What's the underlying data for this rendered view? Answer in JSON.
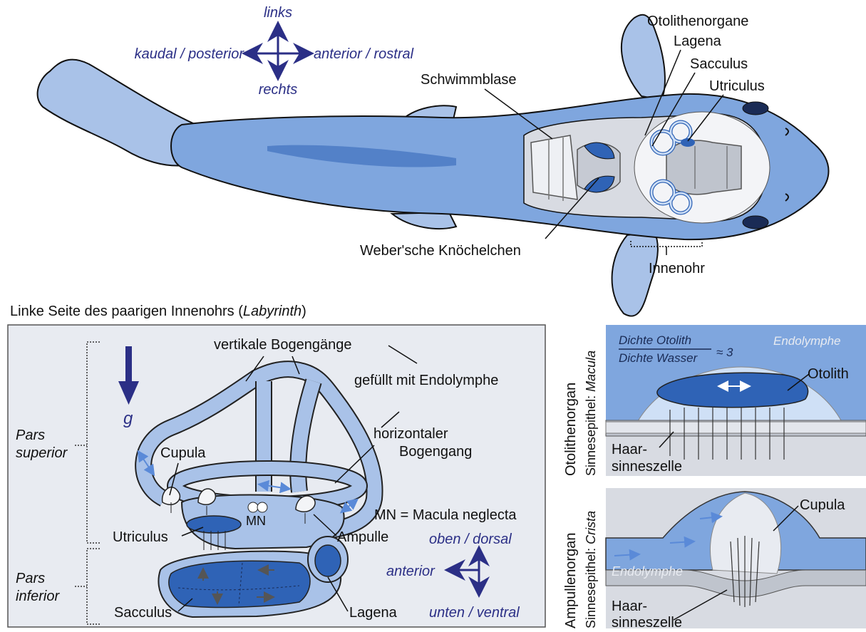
{
  "directions_top": {
    "up": "links",
    "down": "rechts",
    "left": "kaudal / posterior",
    "right": "anterior / rostral"
  },
  "fish_labels": {
    "otolithenorgane": "Otolithenorgane",
    "lagena": "Lagena",
    "sacculus": "Sacculus",
    "utriculus": "Utriculus",
    "schwimmblase": "Schwimmblase",
    "weber": "Weber'sche Knöchelchen",
    "innenohr": "Innenohr"
  },
  "labyrinth": {
    "title_prefix": "Linke Seite des paarigen Innenohrs (",
    "title_italic": "Labyrinth",
    "title_suffix": ")",
    "pars_superior": [
      "Pars",
      "superior"
    ],
    "pars_inferior": [
      "Pars",
      "inferior"
    ],
    "g": "g",
    "vertikale": "vertikale Bogengänge",
    "endolymphe": "gefüllt mit Endolymphe",
    "horizontaler": [
      "horizontaler",
      "Bogengang"
    ],
    "cupula": "Cupula",
    "mn": "MN",
    "mn_def": "MN = Macula neglecta",
    "utriculus": "Utriculus",
    "ampulle": "Ampulle",
    "sacculus": "Sacculus",
    "lagena": "Lagena",
    "dir_up": "oben / dorsal",
    "dir_left": "anterior",
    "dir_down": "unten / ventral"
  },
  "otolith_panel": {
    "side_title": "Otolithenorgan",
    "side_sub_prefix": "Sinnesepithel: ",
    "side_sub_italic": "Macula",
    "formula_num": "Dichte Otolith",
    "formula_den": "Dichte Wasser",
    "formula_rel": "≈ 3",
    "endolymphe": "Endolymphe",
    "otolith": "Otolith",
    "haar": [
      "Haar-",
      "sinneszelle"
    ]
  },
  "ampullen_panel": {
    "side_title": "Ampullenorgan",
    "side_sub_prefix": "Sinnesepithel: ",
    "side_sub_italic": "Crista",
    "cupula": "Cupula",
    "endolymphe": "Endolymphe",
    "haar": [
      "Haar-",
      "sinneszelle"
    ]
  },
  "colors": {
    "body_blue": "#7fa6de",
    "fin_blue": "#a9c2e8",
    "dark_blue": "#2f63b6",
    "light_fill": "#e8ebf1",
    "navy_text": "#2b2f86",
    "arrow_blue": "#5a8ad8",
    "panel_bg": "#e8ebf1"
  }
}
